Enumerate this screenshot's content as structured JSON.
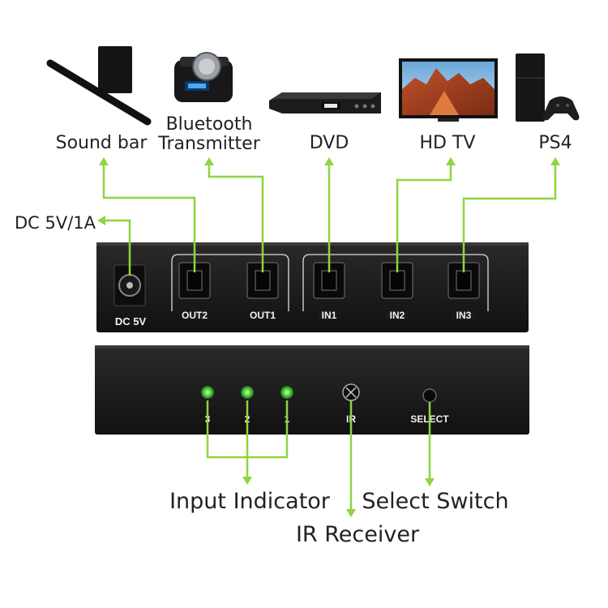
{
  "devices": {
    "sound_bar": "Sound bar",
    "bt_line1": "Bluetooth",
    "bt_line2": "Transmitter",
    "dvd": "DVD",
    "hdtv": "HD TV",
    "ps4": "PS4"
  },
  "power": {
    "label": "DC 5V/1A",
    "port": "DC 5V"
  },
  "rear_ports": {
    "out2": "OUT2",
    "out1": "OUT1",
    "in1": "IN1",
    "in2": "IN2",
    "in3": "IN3"
  },
  "front_panel": {
    "led3": "3",
    "led2": "2",
    "led1": "1",
    "ir": "IR",
    "select": "SELECT"
  },
  "callouts": {
    "input_indicator": "Input Indicator",
    "select_switch": "Select Switch",
    "ir_receiver": "IR Receiver"
  },
  "colors": {
    "accent": "#8ed53f",
    "device": "#1a1a1a",
    "led": "#4cd64a"
  }
}
